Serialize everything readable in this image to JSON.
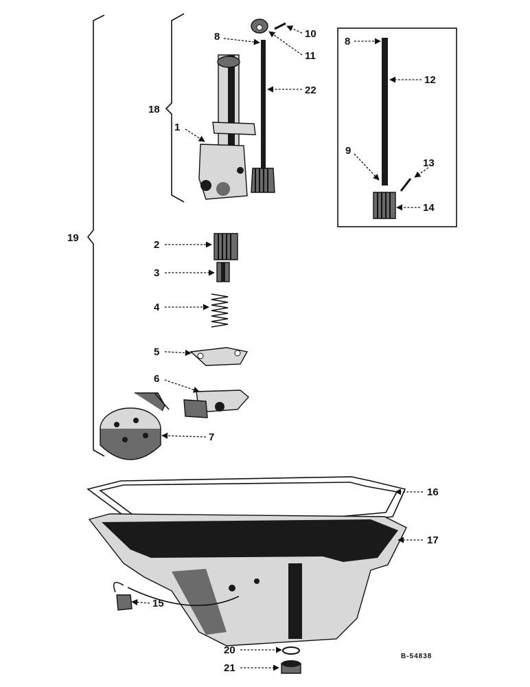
{
  "callouts": [
    {
      "id": "c1",
      "text": "1"
    },
    {
      "id": "c2",
      "text": "2"
    },
    {
      "id": "c3",
      "text": "3"
    },
    {
      "id": "c4",
      "text": "4"
    },
    {
      "id": "c5",
      "text": "5"
    },
    {
      "id": "c6",
      "text": "6"
    },
    {
      "id": "c7",
      "text": "7"
    },
    {
      "id": "c8a",
      "text": "8"
    },
    {
      "id": "c8b",
      "text": "8"
    },
    {
      "id": "c9",
      "text": "9"
    },
    {
      "id": "c10",
      "text": "10"
    },
    {
      "id": "c11",
      "text": "11"
    },
    {
      "id": "c12",
      "text": "12"
    },
    {
      "id": "c13",
      "text": "13"
    },
    {
      "id": "c14",
      "text": "14"
    },
    {
      "id": "c15",
      "text": "15"
    },
    {
      "id": "c16",
      "text": "16"
    },
    {
      "id": "c17",
      "text": "17"
    },
    {
      "id": "c18",
      "text": "18"
    },
    {
      "id": "c19",
      "text": "19"
    },
    {
      "id": "c20",
      "text": "20"
    },
    {
      "id": "c21",
      "text": "21"
    },
    {
      "id": "c22",
      "text": "22"
    }
  ],
  "reference_code": "B-54838"
}
